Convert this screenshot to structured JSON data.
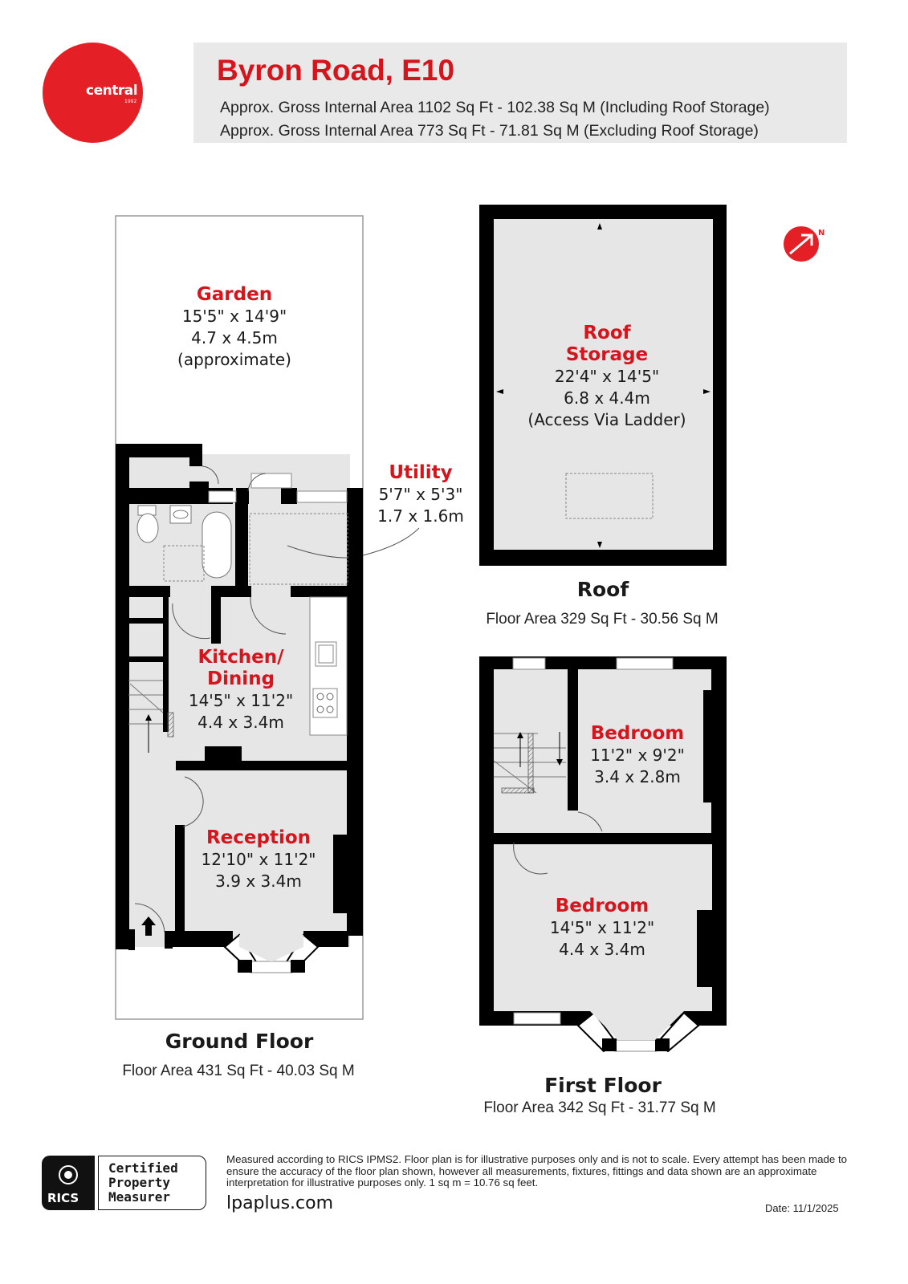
{
  "brand": {
    "logo_text": "central",
    "logo_year": "1992",
    "color_brand": "#e41f26",
    "color_title": "#d6141c"
  },
  "header": {
    "title": "Byron Road, E10",
    "gia_including": "Approx. Gross Internal Area 1102 Sq Ft - 102.38 Sq M (Including Roof Storage)",
    "gia_excluding": "Approx. Gross Internal Area 773 Sq Ft - 71.81 Sq M (Excluding Roof Storage)"
  },
  "compass": {
    "icon": "north-arrow-icon",
    "label": "N"
  },
  "floors": {
    "ground": {
      "title": "Ground Floor",
      "area": "Floor Area 431 Sq Ft - 40.03 Sq M",
      "rooms": {
        "garden": {
          "name": "Garden",
          "imperial": "15'5\" x 14'9\"",
          "metric": "4.7 x 4.5m",
          "note": "(approximate)"
        },
        "utility": {
          "name": "Utility",
          "imperial": "5'7\" x 5'3\"",
          "metric": "1.7 x 1.6m"
        },
        "kitchen": {
          "name_line1": "Kitchen/",
          "name_line2": "Dining",
          "imperial": "14'5\" x 11'2\"",
          "metric": "4.4 x 3.4m"
        },
        "reception": {
          "name": "Reception",
          "imperial": "12'10\" x 11'2\"",
          "metric": "3.9 x 3.4m"
        }
      }
    },
    "roof": {
      "title": "Roof",
      "area": "Floor Area 329 Sq Ft - 30.56 Sq M",
      "rooms": {
        "storage": {
          "name_line1": "Roof",
          "name_line2": "Storage",
          "imperial": "22'4\" x 14'5\"",
          "metric": "6.8 x 4.4m",
          "note": "(Access Via Ladder)"
        }
      }
    },
    "first": {
      "title": "First Floor",
      "area": "Floor Area 342 Sq Ft - 31.77 Sq M",
      "rooms": {
        "bedroom_rear": {
          "name": "Bedroom",
          "imperial": "11'2\" x 9'2\"",
          "metric": "3.4 x 2.8m"
        },
        "bedroom_front": {
          "name": "Bedroom",
          "imperial": "14'5\" x 11'2\"",
          "metric": "4.4 x 3.4m"
        }
      }
    }
  },
  "footer": {
    "rics_text": "RICS",
    "cert_line1": "Certified",
    "cert_line2": "Property",
    "cert_line3": "Measurer",
    "disclaimer": "Measured according to RICS IPMS2. Floor plan is for illustrative purposes only and is not to scale. Every attempt has been made to ensure the accuracy of the floor plan shown, however all measurements, fixtures, fittings and data shown are an approximate interpretation for illustrative purposes only. 1 sq m = 10.76 sq feet.",
    "website": "lpaplus.com",
    "date": "Date: 11/1/2025"
  }
}
